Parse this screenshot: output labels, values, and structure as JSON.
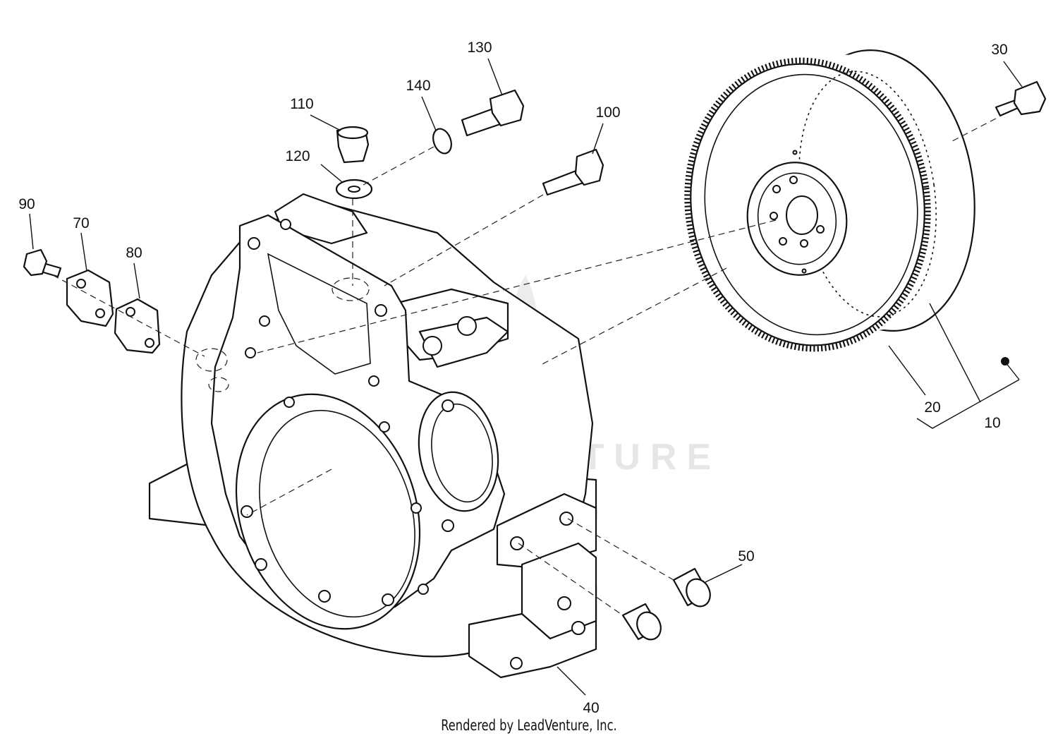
{
  "watermark": {
    "brand": "LEADVENTURE"
  },
  "credit": "Rendered by LeadVenture, Inc.",
  "callouts": {
    "flywheel_assembly": "10",
    "flywheel": "20",
    "flywheel_bolt": "30",
    "flywheel_housing": "40",
    "dowel_pin": "50",
    "cover_plate": "70",
    "cover_gasket": "80",
    "cover_bolt": "90",
    "housing_bolt": "100",
    "plug": "110",
    "plug_washer": "120",
    "housing_cap_screw": "130",
    "lock_washer": "140"
  }
}
